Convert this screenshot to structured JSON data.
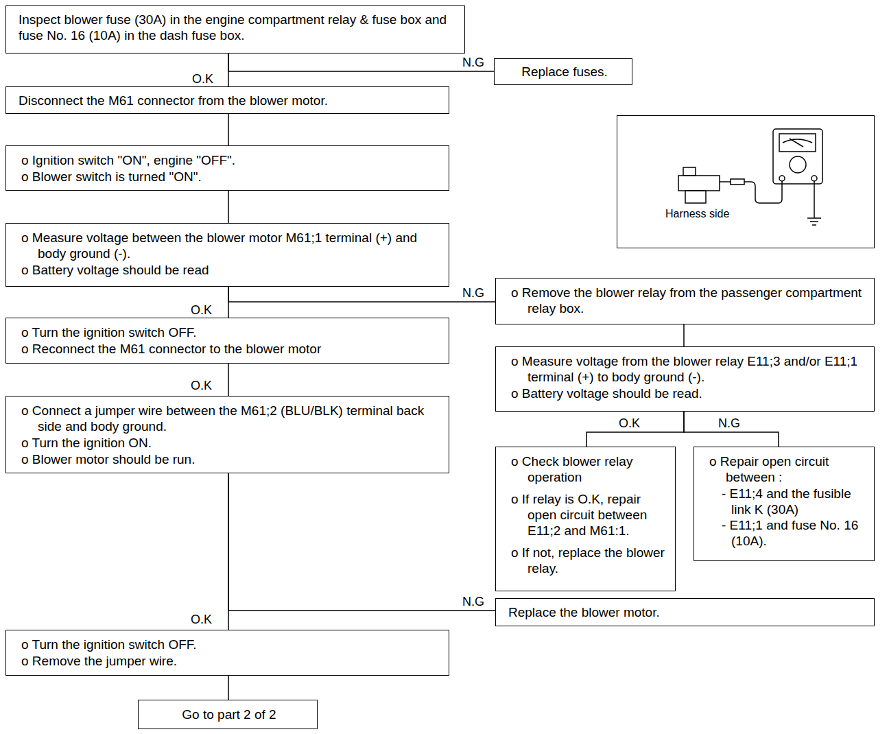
{
  "diagram": {
    "nodes": [
      {
        "text": [
          "Inspect  blower fuse (30A) in the engine compartment relay & fuse box and fuse No. 16 (10A) in the dash fuse box."
        ]
      },
      {
        "text": [
          "Replace fuses."
        ]
      },
      {
        "text": [
          "Disconnect the M61 connector from the blower motor."
        ]
      },
      {
        "text": [
          "o Ignition switch \"ON\", engine \"OFF\".",
          "o Blower switch is turned \"ON\"."
        ]
      },
      {
        "text": [
          "o Measure voltage between the blower motor M61;1 terminal (+) and body ground (-).",
          "o Battery voltage should be read"
        ]
      },
      {
        "text": [
          "o Remove the blower relay from the passenger compartment relay box."
        ]
      },
      {
        "text": [
          "o Turn the ignition switch OFF.",
          "o Reconnect the M61 connector to the blower motor"
        ]
      },
      {
        "text": [
          "o Measure voltage from the blower relay E11;3 and/or E11;1 terminal (+) to body ground (-).",
          "o Battery voltage should be read."
        ]
      },
      {
        "text": [
          "o Connect a jumper wire between the M61;2 (BLU/BLK) terminal back side and body ground.",
          "o Turn the ignition ON.",
          "o Blower motor should be run."
        ]
      },
      {
        "text": [
          "o Check blower relay operation",
          "o If relay is O.K, repair open circuit between E11;2 and M61:1.",
          "o If not, replace the blower relay."
        ]
      },
      {
        "text": [
          "o Repair open circuit between :",
          "- E11;4 and the fusible link K (30A)",
          "- E11;1 and fuse No. 16 (10A)."
        ]
      },
      {
        "text": [
          "Replace the blower motor."
        ]
      },
      {
        "text": [
          "o Turn the ignition switch OFF.",
          "o Remove the jumper wire."
        ]
      },
      {
        "text": [
          "Go to part 2 of 2"
        ]
      },
      {
        "text": [
          "Harness side"
        ]
      }
    ],
    "edges": [
      {
        "from": 0,
        "to": 1,
        "arrow": "none",
        "label": "N.G"
      },
      {
        "from": 0,
        "to": 2,
        "arrow": "none",
        "label": "O.K"
      },
      {
        "from": 2,
        "to": 3,
        "arrow": "none"
      },
      {
        "from": 3,
        "to": 4,
        "arrow": "none"
      },
      {
        "from": 4,
        "to": 6,
        "arrow": "none",
        "label": "O.K"
      },
      {
        "from": 4,
        "to": 5,
        "arrow": "none",
        "label": "N.G"
      },
      {
        "from": 6,
        "to": 8,
        "arrow": "none",
        "label": "O.K"
      },
      {
        "from": 5,
        "to": 7,
        "arrow": "none"
      },
      {
        "from": 7,
        "to": 9,
        "arrow": "none",
        "label": "O.K"
      },
      {
        "from": 7,
        "to": 10,
        "arrow": "none",
        "label": "N.G"
      },
      {
        "from": 8,
        "to": 12,
        "arrow": "none",
        "label": "O.K"
      },
      {
        "from": 8,
        "to": 11,
        "arrow": "none",
        "label": "N.G"
      },
      {
        "from": 12,
        "to": 13,
        "arrow": "none"
      }
    ]
  }
}
